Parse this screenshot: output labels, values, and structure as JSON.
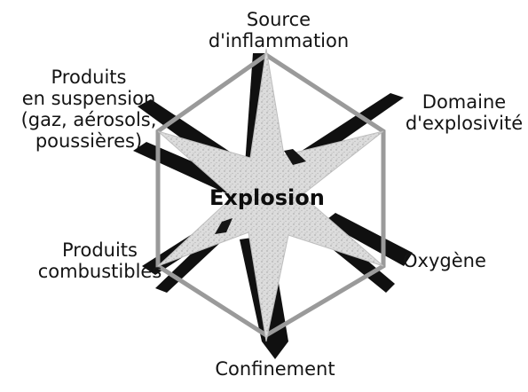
{
  "diagram": {
    "center_label": "Explosion",
    "factors": {
      "top": [
        "Source",
        "d'inflammation"
      ],
      "top_left": [
        "Produits",
        "en suspension",
        "(gaz, aérosols,",
        "poussières)"
      ],
      "top_right": [
        "Domaine",
        "d'explosivité"
      ],
      "bottom_left": [
        "Produits",
        "combustibles"
      ],
      "bottom_right": [
        "Oxygène"
      ],
      "bottom": [
        "Confinement"
      ]
    },
    "colors": {
      "star_fill": "#d4d4d4",
      "spike_dark": "#101010",
      "hexagon_stroke": "#9a9a9a"
    }
  }
}
